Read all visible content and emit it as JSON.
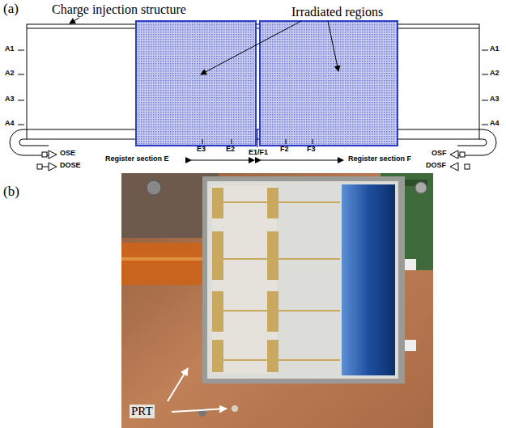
{
  "diagram": {
    "labels": [
      "(a)",
      "Charge injection structure",
      "Irradiated regions",
      "A1",
      "A2",
      "A3",
      "A4",
      "A1",
      "A2",
      "A3",
      "A4",
      "OSE",
      "DOSE",
      "Register section E",
      "E3",
      "E2",
      "E1/F1",
      "F2",
      "F3",
      "Register section F",
      "OSF",
      "DOSF",
      "(b)",
      "PRT"
    ]
  }
}
